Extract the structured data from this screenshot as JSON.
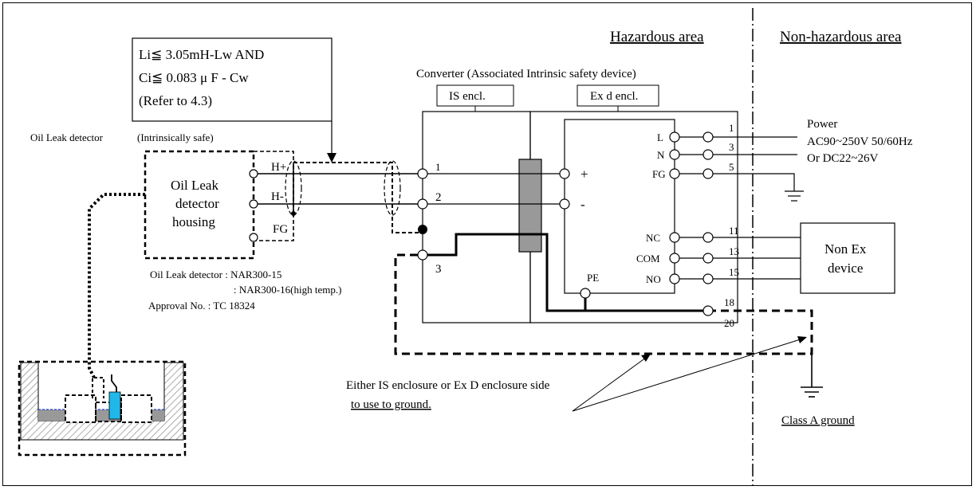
{
  "zones": {
    "hazardous": "Hazardous area",
    "non_hazardous": "Non-hazardous area"
  },
  "spec_box": {
    "line1": "Li≦ 3.05mH-Lw  AND",
    "line2": "Ci≦ 0.083 μ F - Cw",
    "line3": "(Refer to 4.3)"
  },
  "converter": {
    "title": "Converter (Associated Intrinsic safety device)",
    "is_encl": "IS encl.",
    "exd_encl": "Ex d encl."
  },
  "detector": {
    "label": "Oil Leak detector",
    "note": "(Intrinsically safe)",
    "housing": [
      "Oil Leak",
      "detector",
      "housing"
    ],
    "model_line1": "Oil Leak detector : NAR300-15",
    "model_line2": ": NAR300-16(high temp.)",
    "approval": "Approval No. : TC 18324"
  },
  "terminals": {
    "det_h_plus": "H+",
    "det_h_minus": "H-",
    "det_fg": "FG",
    "is_1": "1",
    "is_2": "2",
    "is_3": "3",
    "plus": "+",
    "minus": "-",
    "L": "L",
    "N": "N",
    "FG": "FG",
    "NC": "NC",
    "COM": "COM",
    "NO": "NO",
    "PE": "PE",
    "t1": "1",
    "t3": "3",
    "t5": "5",
    "t11": "11",
    "t13": "13",
    "t15": "15",
    "t18": "18",
    "t20": "20"
  },
  "power": {
    "title": "Power",
    "ac": "AC90~250V 50/60Hz",
    "dc": "Or  DC22~26V"
  },
  "non_ex": [
    "Non Ex",
    "device"
  ],
  "ground_note": {
    "line1": "Either IS enclosure or Ex D enclosure side",
    "line2": "to use to ground."
  },
  "class_a": "Class A ground",
  "colors": {
    "line": "#000000",
    "body_fill": "#999999",
    "sensor": "#1fb8e8",
    "hatch": "#888888",
    "liquid_line": "#2244cc"
  }
}
